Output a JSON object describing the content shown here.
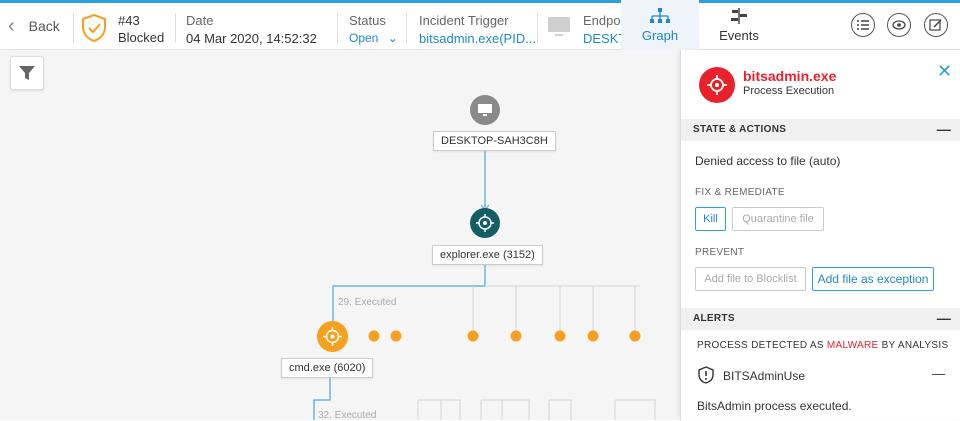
{
  "header": {
    "back_label": "Back",
    "incident_id": "#43",
    "incident_state": "Blocked",
    "date_label": "Date",
    "date_value": "04 Mar 2020, 14:52:32",
    "status_label": "Status",
    "status_value": "Open",
    "trigger_label": "Incident Trigger",
    "trigger_value": "bitsadmin.exe(PID...",
    "endpoint_label": "Endpoi",
    "endpoint_value": "DESKT",
    "tabs": [
      {
        "label": "Graph",
        "active": true
      },
      {
        "label": "Events",
        "active": false
      }
    ],
    "accent_color": "#2aa0dd"
  },
  "graph": {
    "nodes": {
      "endpoint": {
        "label": "DESKTOP-SAH3C8H",
        "color": "#8a8a8a"
      },
      "explorer": {
        "label": "explorer.exe (3152)",
        "color": "#145f63"
      },
      "cmd": {
        "label": "cmd.exe (6020)",
        "color": "#f5a01e"
      }
    },
    "edges": {
      "executed_1": "29. Executed",
      "executed_2": "32. Executed"
    },
    "orange_color": "#f5a01e"
  },
  "panel": {
    "title": "bitsadmin.exe",
    "subtitle": "Process Execution",
    "state_section": "STATE & ACTIONS",
    "state_text": "Denied access to file (auto)",
    "fix_label": "FIX & REMEDIATE",
    "kill_label": "Kill",
    "quarantine_label": "Quarantine file",
    "prevent_label": "PREVENT",
    "blocklist_label": "Add file to Blocklist",
    "exception_label": "Add file as exception",
    "alerts_section": "ALERTS",
    "alerts_prefix": "PROCESS DETECTED AS ",
    "alerts_malware": "MALWARE",
    "alerts_suffix": " BY ANALYSIS",
    "alert_name": "BITSAdminUse",
    "alert_detail": "BitsAdmin process executed.",
    "collapse_glyph": "—",
    "close_glyph": "✕",
    "red_color": "#e8212c"
  }
}
